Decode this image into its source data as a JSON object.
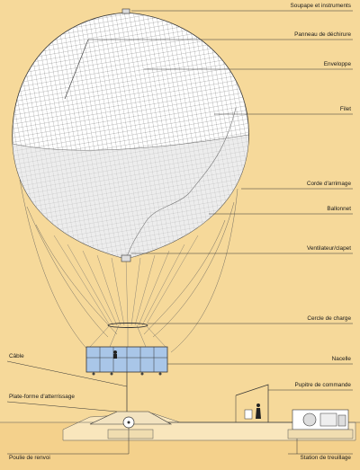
{
  "labels": {
    "soupape": "Soupape et instruments",
    "panneau": "Panneau de déchirure",
    "enveloppe": "Enveloppe",
    "filet": "Filet",
    "corde": "Corde d'arrimage",
    "ballonnet": "Ballonnet",
    "ventilateur": "Ventilateur/clapet",
    "cercle": "Cercle de charge",
    "nacelle": "Nacelle",
    "cable": "Câble",
    "plateforme": "Plate-forme d'atterrissage",
    "pupitre": "Pupitre de commande",
    "poulie": "Poulie de renvoi",
    "station": "Station de treuillage"
  },
  "colors": {
    "background": "#f6d99a",
    "balloon_fill": "#ffffff",
    "ballonnet_fill": "#ececec",
    "gondola_fill": "#a9c6e8",
    "ground": "#f7e1b0",
    "line": "#333333"
  }
}
